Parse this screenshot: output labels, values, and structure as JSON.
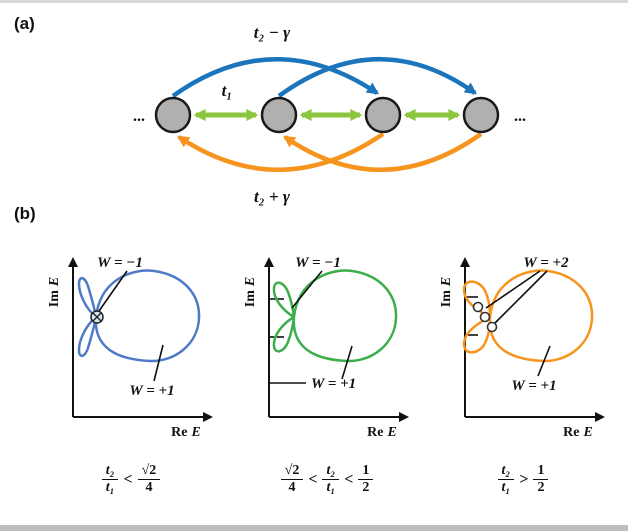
{
  "panel_a": {
    "label": "(a)",
    "ellipsis_left": "...",
    "ellipsis_right": "...",
    "t1": "t₁",
    "t2_minus_gamma": "t₂ − γ",
    "t2_plus_gamma": "t₂ + γ",
    "colors": {
      "blue": "#1b75bc",
      "green": "#8cc63f",
      "orange": "#f7941d",
      "site_fill": "#b0b0b0"
    }
  },
  "panel_b": {
    "label": "(b)",
    "im_text": "Im",
    "re_text": "Re",
    "e_text": "E",
    "plots": [
      {
        "w_top": "W = −1",
        "w_bottom": "W = +1",
        "color": "#4f7ac7",
        "marker_fill": "#d9e4f2"
      },
      {
        "w_top": "W = −1",
        "w_bottom": "W = +1",
        "color": "#3cae4b"
      },
      {
        "w_top": "W = +2",
        "w_bottom": "W = +1",
        "color": "#f7941d"
      }
    ],
    "conditions": [
      {
        "f1": {
          "num": "t₂",
          "den": "t₁"
        },
        "rel": "<",
        "f2": {
          "num": "√2",
          "den": "4"
        }
      },
      {
        "f1": {
          "num": "√2",
          "den": "4"
        },
        "rel1": "<",
        "f2": {
          "num": "t₂",
          "den": "t₁"
        },
        "rel2": "<",
        "f3": {
          "num": "1",
          "den": "2"
        }
      },
      {
        "f1": {
          "num": "t₂",
          "den": "t₁"
        },
        "rel": ">",
        "f2": {
          "num": "1",
          "den": "2"
        }
      }
    ]
  }
}
